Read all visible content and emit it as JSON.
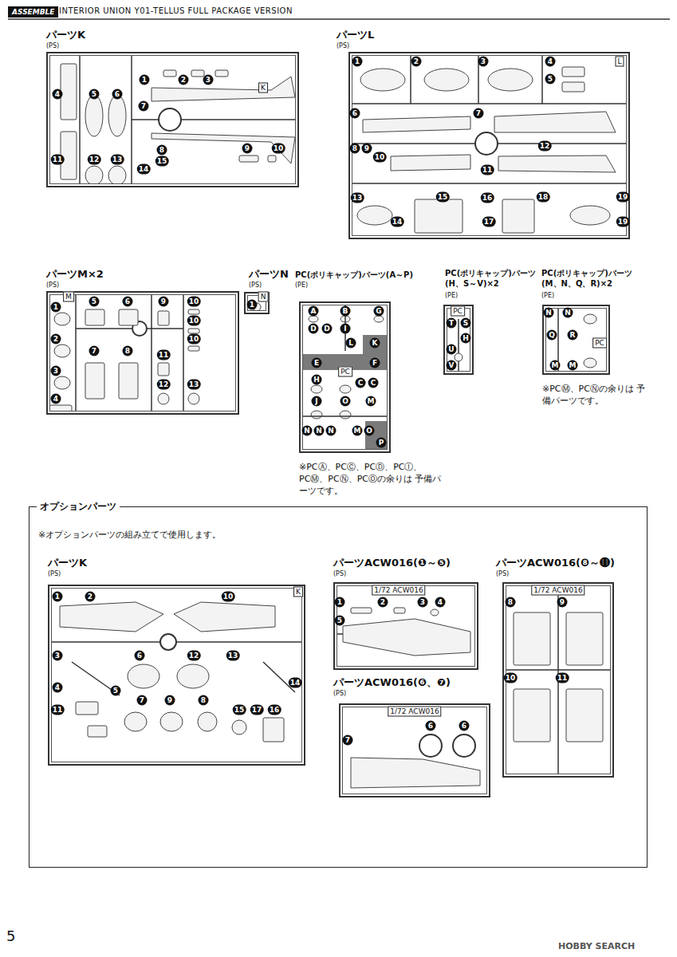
{
  "diagram": {
    "nodes": [
      {
        "text": [
          "パーツK",
          "(PS)",
          "1",
          "2",
          "3",
          "4",
          "5",
          "6",
          "7",
          "8",
          "9",
          "10",
          "11",
          "12",
          "13",
          "14",
          "15",
          "K"
        ]
      },
      {
        "text": [
          "パーツL",
          "(PS)",
          "1",
          "2",
          "3",
          "4",
          "5",
          "6",
          "7",
          "8",
          "9",
          "10",
          "11",
          "12",
          "13",
          "14",
          "15",
          "16",
          "17",
          "18",
          "19",
          "19",
          "L"
        ]
      },
      {
        "text": [
          "パーツM×2",
          "(PS)",
          "1",
          "2",
          "3",
          "4",
          "5",
          "6",
          "7",
          "8",
          "9",
          "10",
          "10",
          "10",
          "11",
          "12",
          "13",
          "M"
        ]
      },
      {
        "text": [
          "パーツN",
          "(PS)",
          "1",
          "N"
        ]
      },
      {
        "text": [
          "PC(ポリキャップ)パーツ(A～P)",
          "(PE)",
          "A",
          "B",
          "G",
          "D",
          "D",
          "I",
          "L",
          "K",
          "E",
          "F",
          "H",
          "C",
          "C",
          "J",
          "O",
          "M",
          "N",
          "N",
          "N",
          "M",
          "O",
          "P",
          "PC"
        ]
      },
      {
        "text": [
          "PC(ポリキャップ)パーツ (H、S～V)×2",
          "(PE)",
          "PC",
          "T",
          "S",
          "H",
          "U",
          "V"
        ]
      },
      {
        "text": [
          "PC(ポリキャップ)パーツ (M、N、Q、R)×2",
          "(PE)",
          "N",
          "N",
          "Q",
          "R",
          "M",
          "M",
          "PC"
        ]
      },
      {
        "text": [
          "オプションパーツ",
          "※オプションパーツの組み立てで使用します。"
        ]
      },
      {
        "text": [
          "パーツK",
          "(PS)",
          "1",
          "2",
          "10",
          "3",
          "6",
          "12",
          "13",
          "4",
          "5",
          "7",
          "9",
          "8",
          "14",
          "11",
          "15",
          "17",
          "16",
          "K"
        ],
        "in": 7
      },
      {
        "text": [
          "パーツACW016(❶～❺)",
          "(PS)",
          "1/72 ACW016",
          "1",
          "2",
          "3",
          "4",
          "5"
        ],
        "in": 7
      },
      {
        "text": [
          "パーツACW016(❻、❼)",
          "(PS)",
          "1/72 ACW016",
          "6",
          "6",
          "7"
        ],
        "in": 7
      },
      {
        "text": [
          "パーツACW016(❽～⓫)",
          "(PS)",
          "1/72 ACW016",
          "8",
          "9",
          "10",
          "11"
        ],
        "in": 7
      }
    ],
    "labels": [
      "ASSEMBLE",
      "INTERIOR UNION Y01-TELLUS FULL PACKAGE VERSION",
      "※PCⓂ、PCⓃの余りは 予備パーツです。",
      "※PCⒶ、PCⒸ、PCⒹ、PCⒾ、 PCⓂ、PCⓃ、PCⓄの余りは 予備パーツです。",
      "5",
      "HOBBY SEARCH"
    ]
  }
}
